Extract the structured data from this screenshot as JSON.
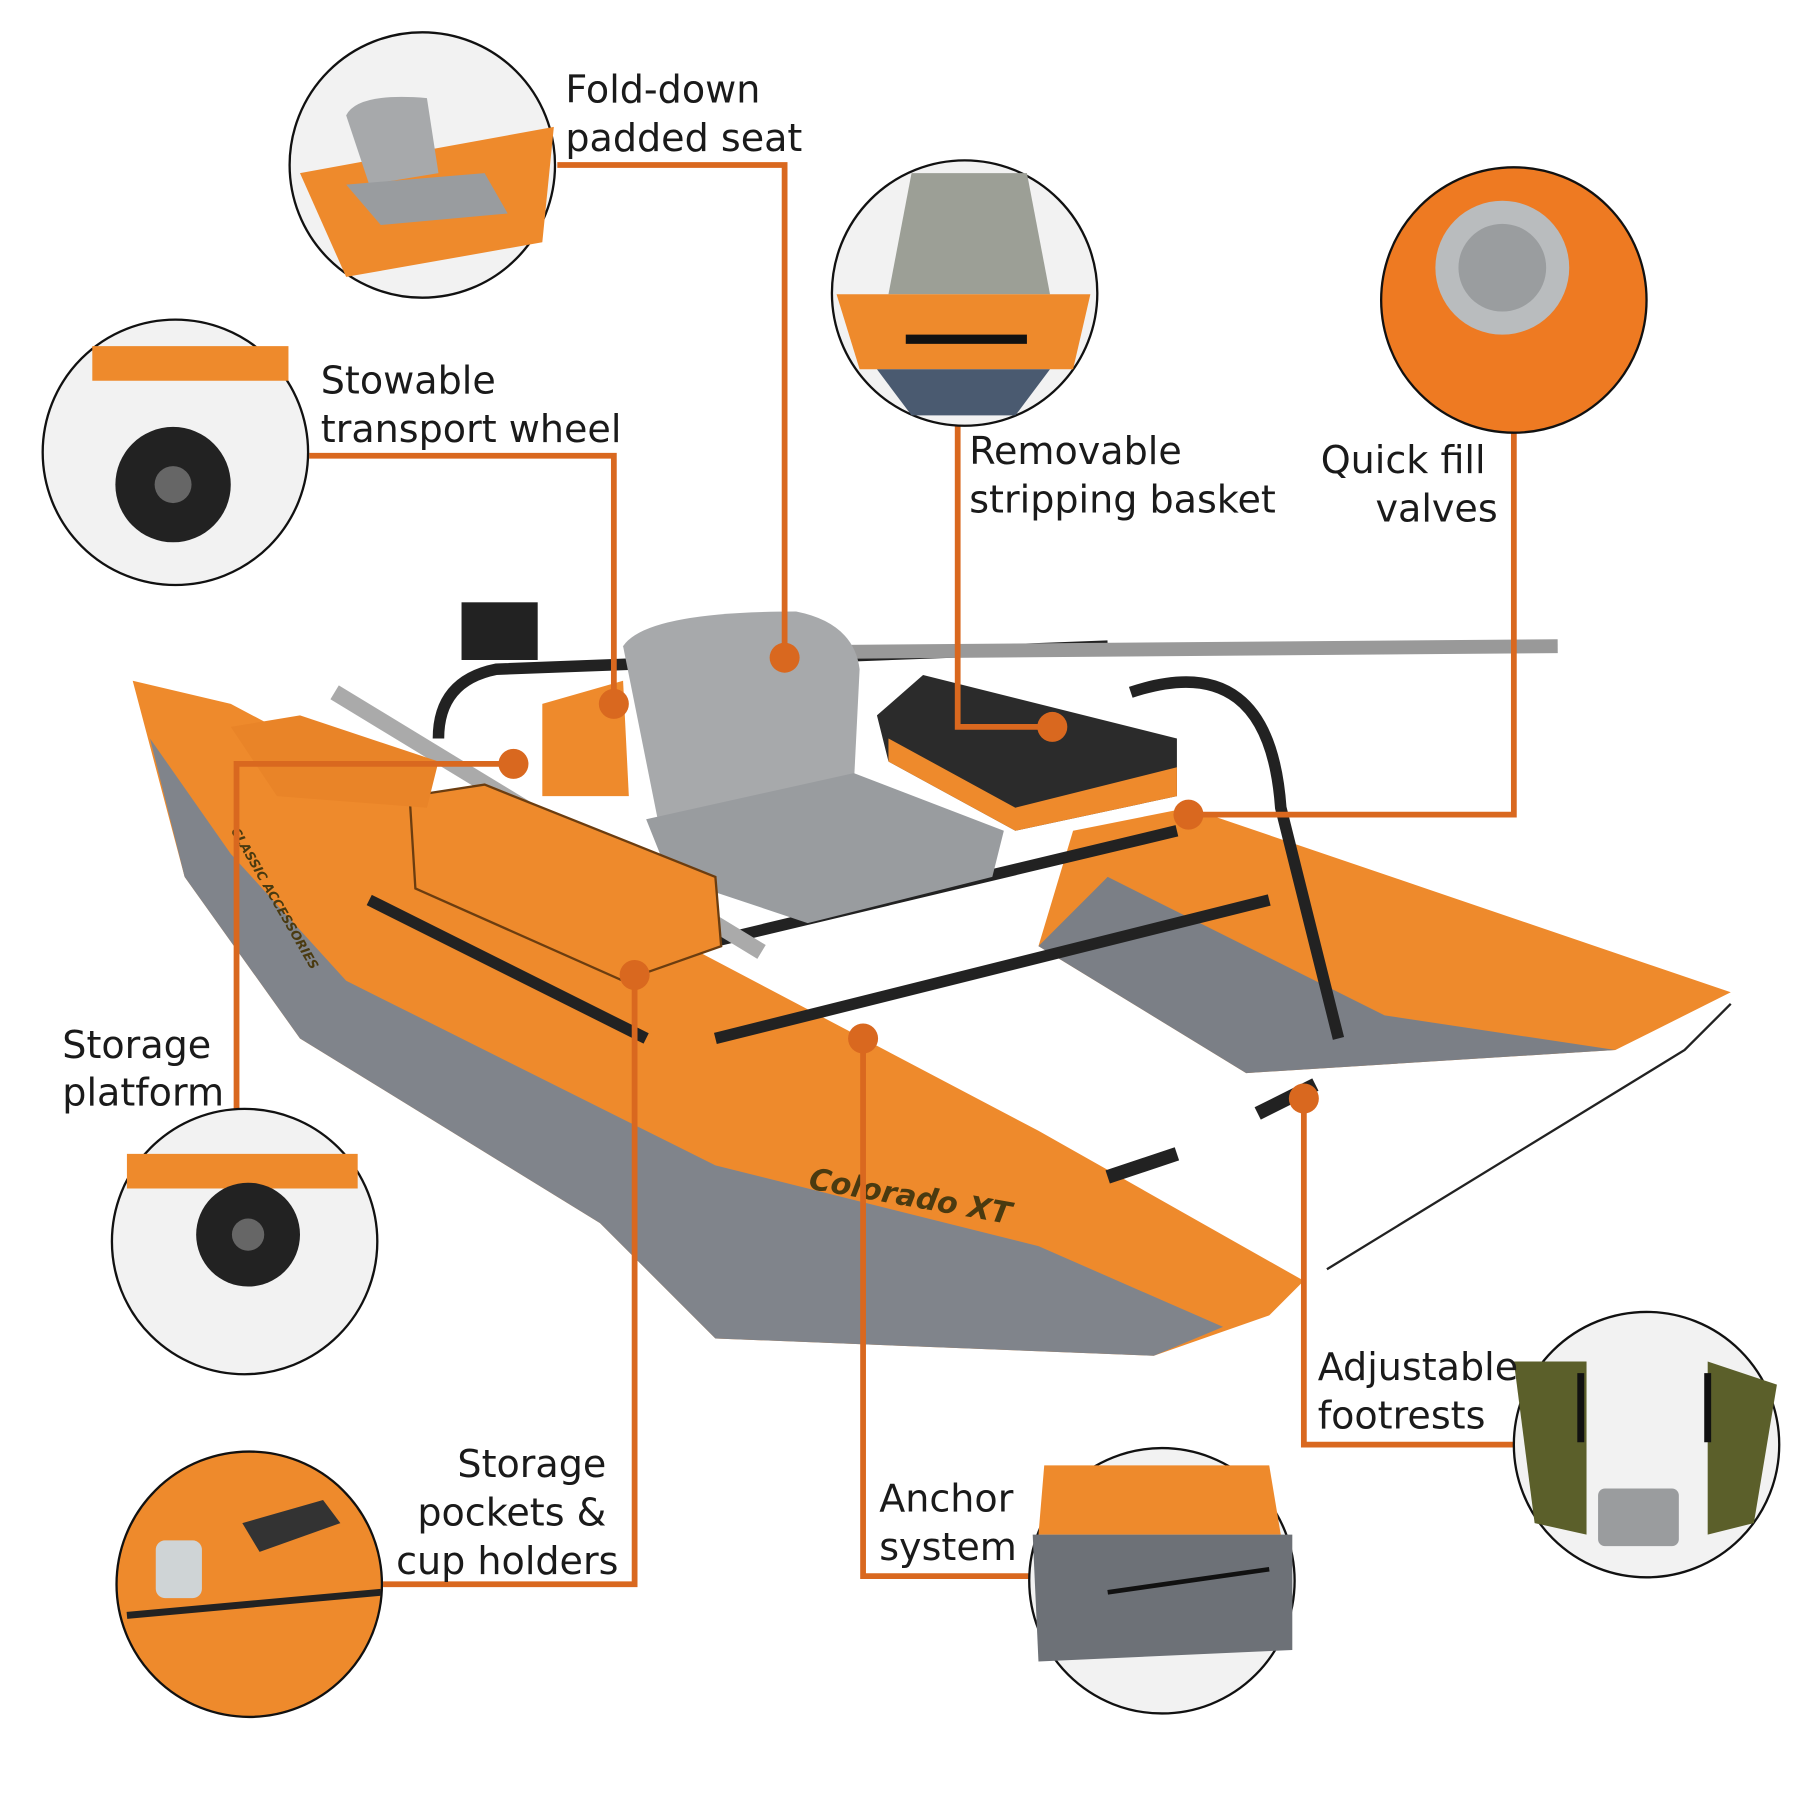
{
  "colors": {
    "accent": "#d9681f",
    "hull_orange": "#ee8a2c",
    "hull_gray": "#7b7f86",
    "seat_gray": "#a7a9ab"
  },
  "boat": {
    "model_name": "Colorado XT",
    "maker_logo": "CLASSIC ACCESSORIES"
  },
  "callouts": [
    {
      "id": "seat",
      "lines": [
        "Fold-down",
        "padded seat"
      ]
    },
    {
      "id": "wheel",
      "lines": [
        "Stowable",
        "transport wheel"
      ]
    },
    {
      "id": "basket",
      "lines": [
        "Removable",
        "stripping basket"
      ]
    },
    {
      "id": "valves",
      "lines": [
        "Quick fill",
        "valves"
      ]
    },
    {
      "id": "platform",
      "lines": [
        "Storage",
        "platform"
      ]
    },
    {
      "id": "pockets",
      "lines": [
        "Storage",
        "pockets &",
        "cup holders"
      ]
    },
    {
      "id": "anchor",
      "lines": [
        "Anchor",
        "system"
      ]
    },
    {
      "id": "footrests",
      "lines": [
        "Adjustable",
        "footrests"
      ]
    }
  ]
}
